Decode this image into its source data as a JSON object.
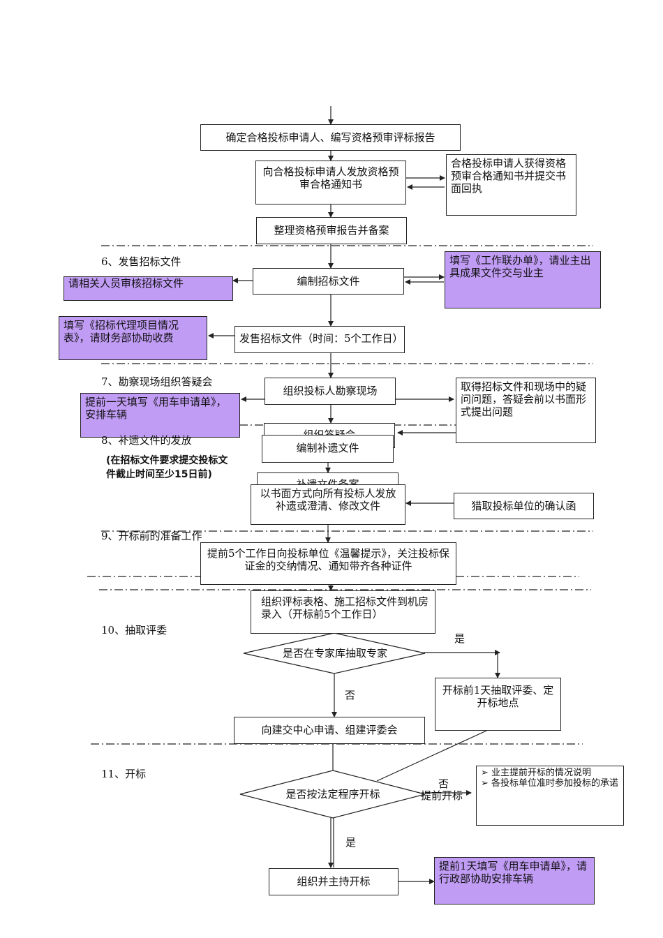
{
  "nodes": {
    "confirm_qualified": "确定合格投标申请人、编写资格预审评标报告",
    "issue_notice": "向合格投标申请人发放资格预审合格通知书",
    "receipt": "合格投标申请人获得资格预审合格通知书并提交书面回执",
    "report_file": "整理资格预审报告并备案",
    "compile_docs": "编制招标文件",
    "review_docs": "请相关人员审核招标文件",
    "fill_contact": "填写《工作联办单》，请业主出具成果文件交与业主",
    "sell_docs": "发售招标文件（时间：5个工作日）",
    "fill_project": "填写《招标代理项目情况表》，请财务部协助收费",
    "site_visit": "组织投标人勘察现场",
    "car_request_1": "提前一天填写《用车申请单》，安排车辆",
    "questions": "取得招标文件和现场中的疑问问题，答疑会前以书面形式提出问题",
    "qa_meeting": "组织答疑会",
    "compile_supp": "编制补遗文件",
    "supp_file": "补遗文件备案",
    "issue_supp": "以书面方式向所有投标人发放补遗或澄清、修改文件",
    "confirm_letter": "猎取投标单位的确认函",
    "reminder": "提前5个工作日向投标单位《温馨提示》，关注投标保证金的交纳情况、通知带齐各种证件",
    "eval_forms": "组织评标表格、施工招标文件到机房录入（开标前5个工作日）",
    "expert_decision": "是否在专家库抽取专家",
    "draw_experts": "开标前1天抽取评委、定开标地点",
    "build_committee": "向建交中心申请、组建评委会",
    "legal_decision": "是否按法定程序开标",
    "early_note_1": "业主提前开标的情况说明",
    "early_note_2": "各投标单位准时参加投标的承诺",
    "host_opening": "组织并主持开标",
    "car_request_2": "提前1天填写《用车申请单》，请行政部协助安排车辆"
  },
  "sections": {
    "s6": "6、发售招标文件",
    "s7": "7、勘察现场组织答疑会",
    "s8": "8、补遗文件的发放",
    "s8_note": "(在招标文件要求提交投标文件截止时间至少15日前)",
    "s9": "9、开标前的准备工作",
    "s10": "10、抽取评委",
    "s11": "11、开标"
  },
  "edge_labels": {
    "yes_1": "是",
    "no_1": "否",
    "no_2": "否",
    "early_open": "提前开标",
    "yes_2": "是"
  },
  "colors": {
    "highlight": "#c19cf5",
    "line": "#222222"
  }
}
